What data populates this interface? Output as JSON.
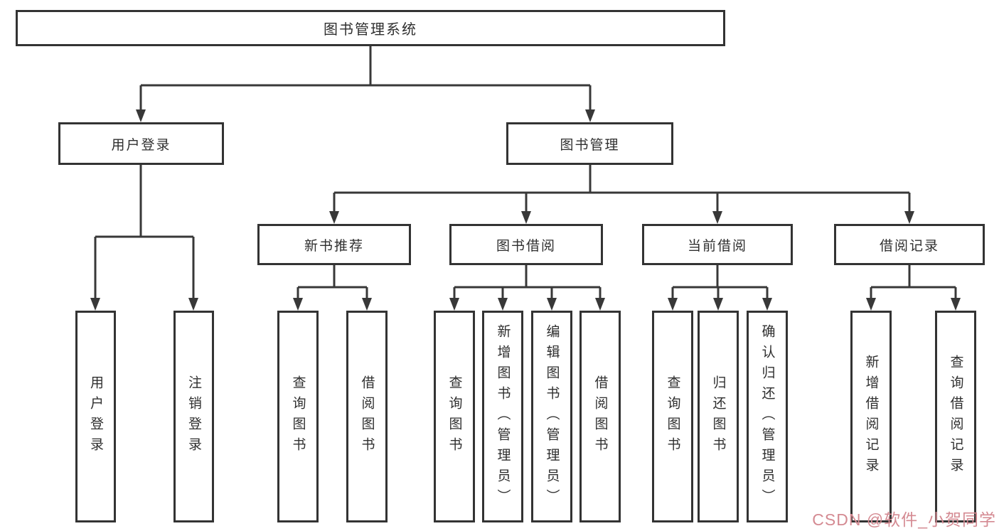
{
  "nodes": {
    "root": "图书管理系统",
    "user_login": "用户登录",
    "book_management": "图书管理",
    "new_book_recommend": "新书推荐",
    "book_borrow": "图书借阅",
    "current_borrow": "当前借阅",
    "borrow_records": "借阅记录",
    "leaf_user_login": "用户登录",
    "leaf_logout": "注销登录",
    "nb_query_books": "查询图书",
    "nb_borrow_books": "借阅图书",
    "bb_query_books": "查询图书",
    "bb_add_books_admin": "新增图书（管理员）",
    "bb_edit_books_admin": "编辑图书（管理员）",
    "bb_borrow_books": "借阅图书",
    "cb_query_books": "查询图书",
    "cb_return_books": "归还图书",
    "cb_confirm_return_admin": "确认归还（管理员）",
    "br_add_record": "新增借阅记录",
    "br_query_record": "查询借阅记录"
  },
  "watermark": "CSDN @软件_小贺同学",
  "colors": {
    "line": "#383838",
    "box_border": "#333333",
    "text": "#2f2f2f",
    "background": "#ffffff",
    "watermark": "#d48a92"
  }
}
